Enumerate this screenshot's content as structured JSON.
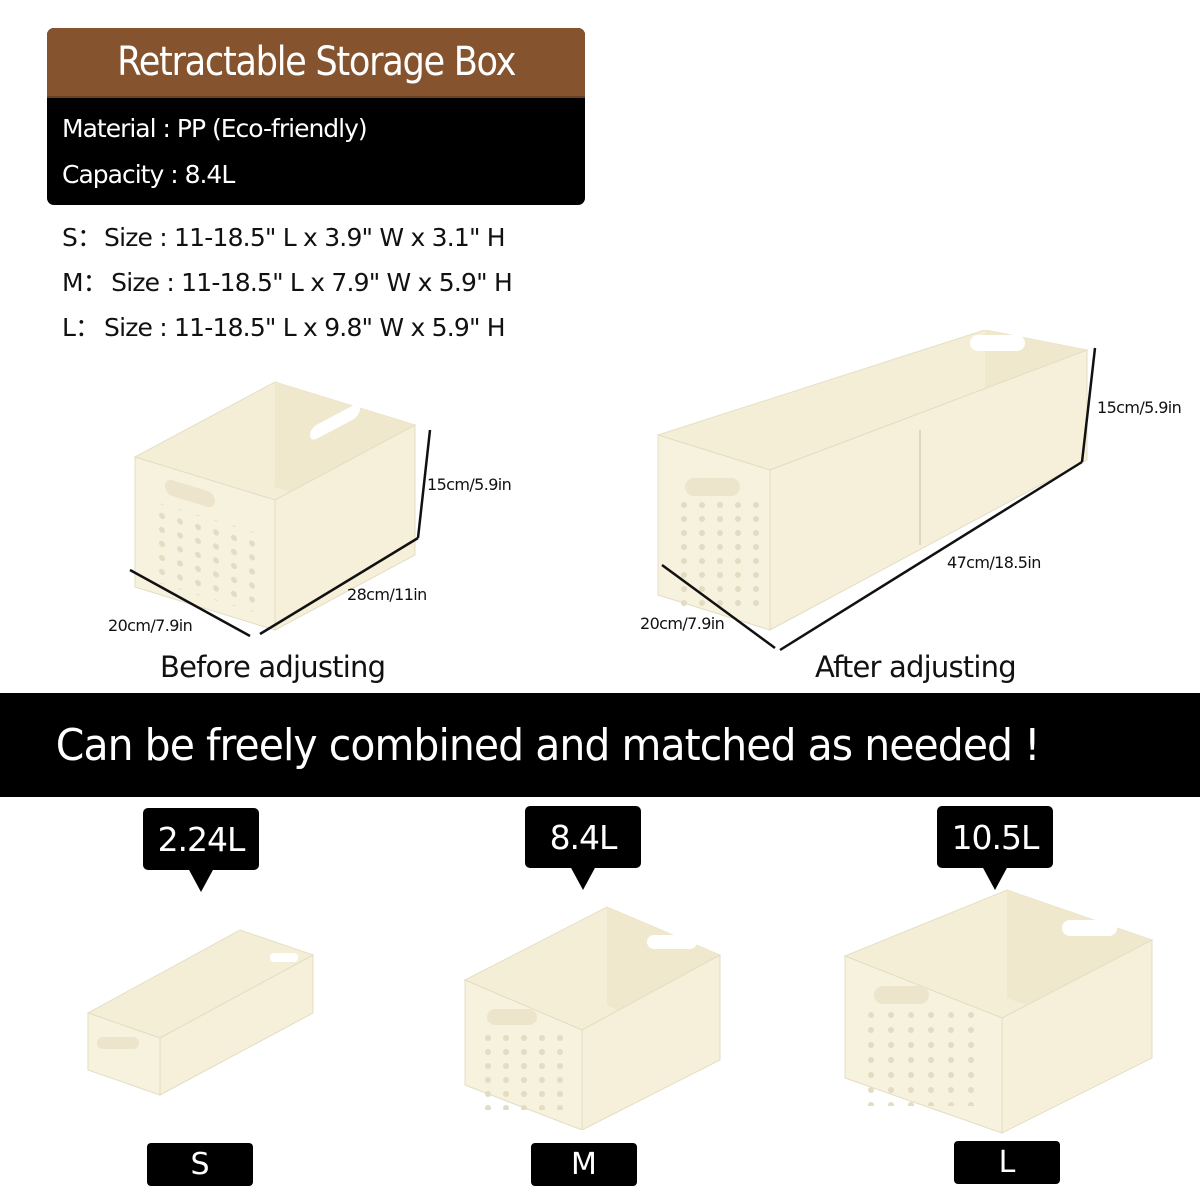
{
  "header": {
    "title": "Retractable Storage Box",
    "material": "Material : PP (Eco-friendly)",
    "capacity": "Capacity : 8.4L"
  },
  "sizes": [
    {
      "key": "S：",
      "text": "Size : 11-18.5\" L x 3.9\" W x 3.1\" H"
    },
    {
      "key": "M：",
      "text": " Size : 11-18.5\" L x 7.9\" W x 5.9\" H"
    },
    {
      "key": "L：",
      "text": "Size : 11-18.5\" L x 9.8\" W x 5.9\" H"
    }
  ],
  "before": {
    "caption": "Before adjusting",
    "height": "15cm/5.9in",
    "length": "28cm/11in",
    "width": "20cm/7.9in"
  },
  "after": {
    "caption": "After adjusting",
    "height": "15cm/5.9in",
    "length": "47cm/18.5in",
    "width": "20cm/7.9in"
  },
  "banner": "Can be freely combined and matched as needed !",
  "variants": [
    {
      "capacity": "2.24L",
      "size": "S"
    },
    {
      "capacity": "8.4L",
      "size": "M"
    },
    {
      "capacity": "10.5L",
      "size": "L"
    }
  ],
  "colors": {
    "brand_brown": "#86532f",
    "box_cream": "#f6f0da",
    "label_bg": "#000000"
  }
}
